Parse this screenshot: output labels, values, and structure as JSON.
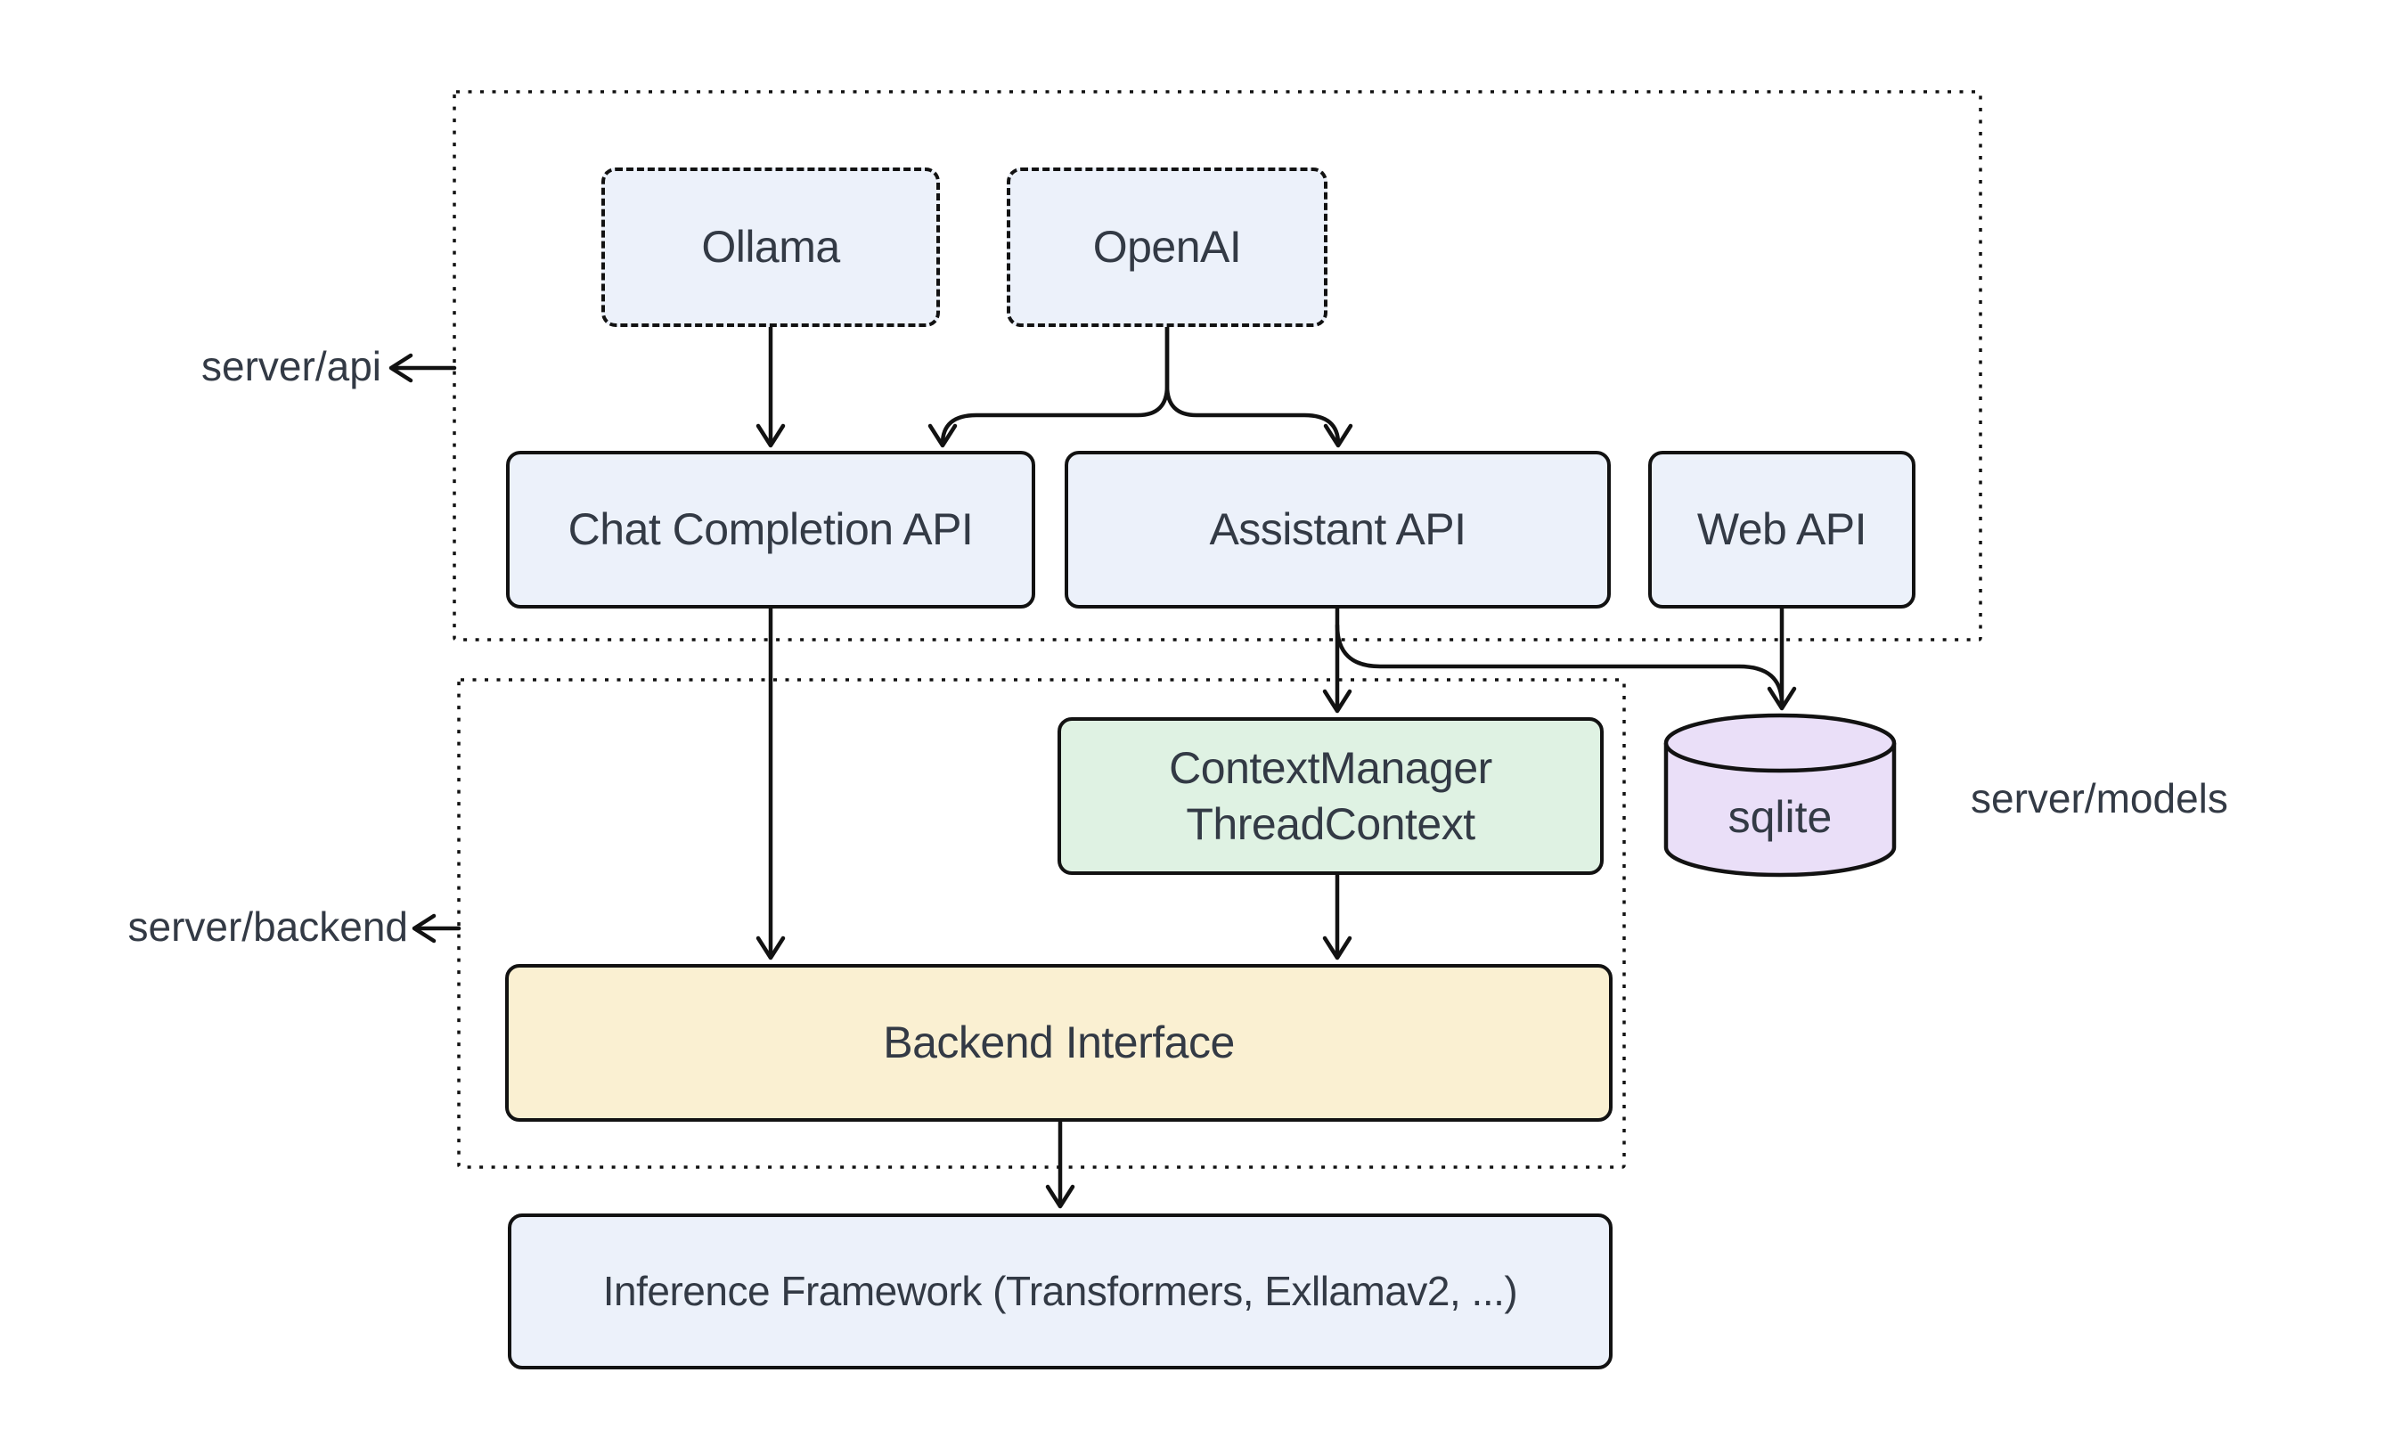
{
  "diagram_type": "architecture-diagram",
  "outside_labels": {
    "server_api": "server/api",
    "server_backend": "server/backend",
    "server_models": "server/models"
  },
  "nodes": {
    "ollama": {
      "label": "Ollama"
    },
    "openai": {
      "label": "OpenAI"
    },
    "chat_completion_api": {
      "label": "Chat Completion API"
    },
    "assistant_api": {
      "label": "Assistant API"
    },
    "web_api": {
      "label": "Web API"
    },
    "context_manager": {
      "line1": "ContextManager",
      "line2": "ThreadContext"
    },
    "sqlite": {
      "label": "sqlite"
    },
    "backend_interface": {
      "label": "Backend Interface"
    },
    "inference_framework": {
      "label": "Inference Framework (Transformers, Exllamav2, ...)"
    }
  },
  "containers": [
    {
      "id": "server-api-group",
      "label": "server/api",
      "border": "dotted"
    },
    {
      "id": "server-backend-group",
      "label": "server/backend",
      "border": "dotted"
    }
  ],
  "edges": [
    {
      "from": "Ollama",
      "to": "Chat Completion API"
    },
    {
      "from": "OpenAI",
      "to": "Chat Completion API"
    },
    {
      "from": "OpenAI",
      "to": "Assistant API"
    },
    {
      "from": "Chat Completion API",
      "to": "Backend Interface"
    },
    {
      "from": "Assistant API",
      "to": "ContextManager ThreadContext"
    },
    {
      "from": "Assistant API",
      "to": "sqlite"
    },
    {
      "from": "Web API",
      "to": "sqlite"
    },
    {
      "from": "ContextManager ThreadContext",
      "to": "Backend Interface"
    },
    {
      "from": "Backend Interface",
      "to": "Inference Framework (Transformers, Exllamav2, ...)"
    }
  ],
  "colors": {
    "node_blue": "#ECF1FA",
    "node_green": "#DFF2E3",
    "node_yellow": "#FAF0D2",
    "node_purple": "#EADFF8",
    "stroke": "#121212",
    "text": "#333A45",
    "background": "#FFFFFF"
  }
}
